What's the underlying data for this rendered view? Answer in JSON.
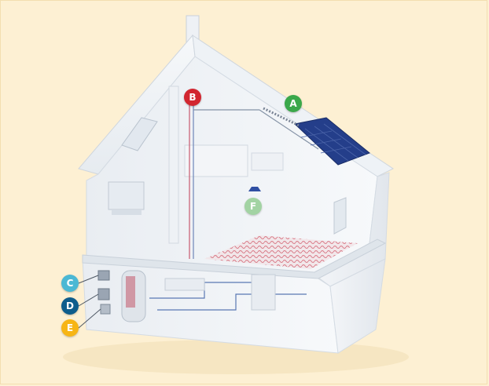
{
  "markers": {
    "a": {
      "label": "A",
      "color": "#3aa84a"
    },
    "b": {
      "label": "B",
      "color": "#d22630"
    },
    "c": {
      "label": "C",
      "color": "#4bb8d4"
    },
    "d": {
      "label": "D",
      "color": "#0e5d8c"
    },
    "e": {
      "label": "E",
      "color": "#f7b515"
    },
    "f": {
      "label": "F",
      "color": "#9ad09a"
    }
  },
  "colors": {
    "background": "#fdf0d3",
    "house": "#f4f6f8",
    "house_shade": "#e3e8ee",
    "solar_panel": "#243e8a",
    "heating_pipe": "#d25a6a"
  },
  "icons": {
    "house": "house-cutaway-illustration",
    "solar_panel": "solar-panel-icon",
    "storage_tank": "storage-tank-icon",
    "light": "ceiling-lamp-icon"
  }
}
